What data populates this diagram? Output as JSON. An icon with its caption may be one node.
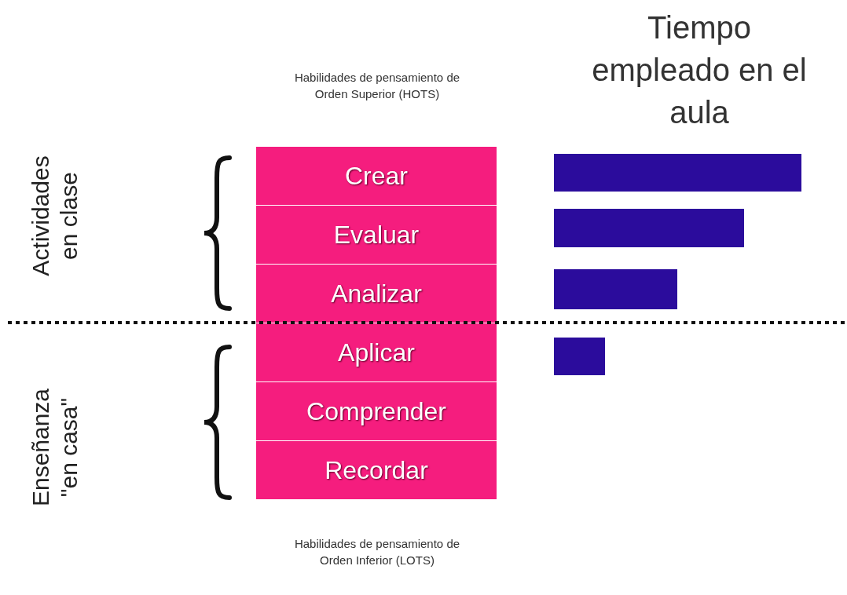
{
  "diagram": {
    "nodes": [
      {
        "text": [
          "Crear"
        ]
      },
      {
        "text": [
          "Evaluar"
        ]
      },
      {
        "text": [
          "Analizar"
        ]
      },
      {
        "text": [
          "Aplicar"
        ]
      },
      {
        "text": [
          "Comprender"
        ]
      },
      {
        "text": [
          "Recordar"
        ]
      },
      {
        "text": [],
        "shape": "bar"
      },
      {
        "text": [],
        "shape": "bar"
      },
      {
        "text": [],
        "shape": "bar"
      },
      {
        "text": [],
        "shape": "bar"
      }
    ],
    "labels": [
      "Habilidades de pensamiento de Orden Superior (HOTS)",
      "Tiempo empleado en el aula",
      "Actividades en clase",
      "Enseñanza \"en casa\"",
      "Habilidades de pensamiento de Orden Inferior (LOTS)"
    ]
  }
}
